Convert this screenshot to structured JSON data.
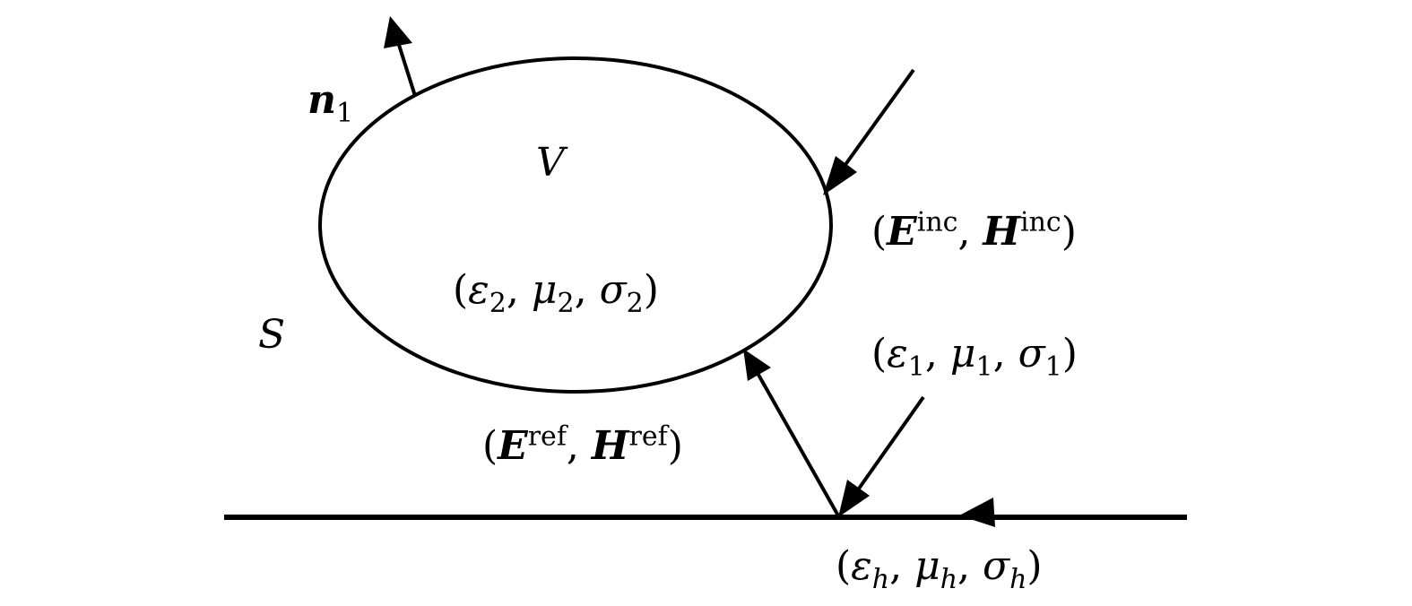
{
  "labels": {
    "normal_symbol": "n",
    "normal_index": "1",
    "volume": "V",
    "surface": "S",
    "inner_params": {
      "eps": "ε",
      "mu": "μ",
      "sigma": "σ",
      "index": "2"
    },
    "outer_params": {
      "eps": "ε",
      "mu": "μ",
      "sigma": "σ",
      "index": "1"
    },
    "ground_params": {
      "eps": "ε",
      "mu": "μ",
      "sigma": "σ",
      "index": "h"
    },
    "incident": {
      "E": "E",
      "H": "H",
      "sup": "inc"
    },
    "reflected": {
      "E": "E",
      "H": "H",
      "sup": "ref"
    }
  }
}
